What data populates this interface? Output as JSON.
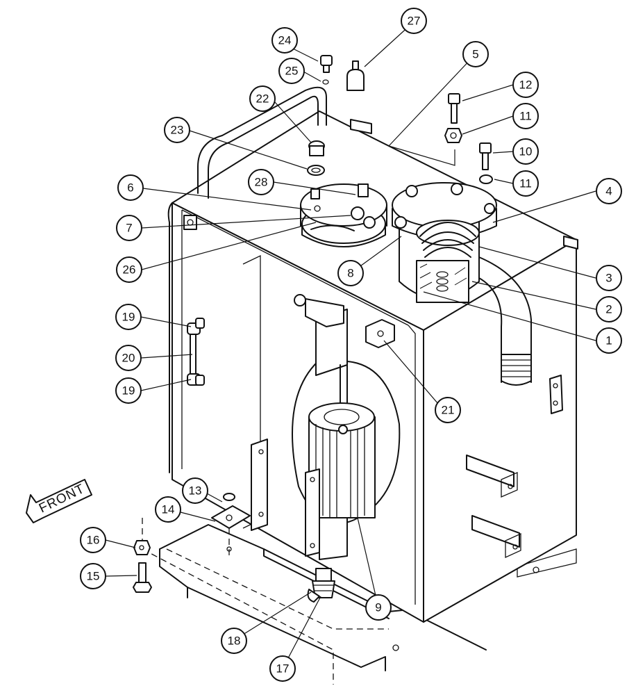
{
  "direction_label": "FRONT",
  "callouts": [
    {
      "id": "c1",
      "label": "1"
    },
    {
      "id": "c2",
      "label": "2"
    },
    {
      "id": "c3",
      "label": "3"
    },
    {
      "id": "c4",
      "label": "4"
    },
    {
      "id": "c5",
      "label": "5"
    },
    {
      "id": "c6",
      "label": "6"
    },
    {
      "id": "c7",
      "label": "7"
    },
    {
      "id": "c8",
      "label": "8"
    },
    {
      "id": "c9",
      "label": "9"
    },
    {
      "id": "c10",
      "label": "10"
    },
    {
      "id": "c11a",
      "label": "11"
    },
    {
      "id": "c11b",
      "label": "11"
    },
    {
      "id": "c12",
      "label": "12"
    },
    {
      "id": "c13",
      "label": "13"
    },
    {
      "id": "c14",
      "label": "14"
    },
    {
      "id": "c15",
      "label": "15"
    },
    {
      "id": "c16",
      "label": "16"
    },
    {
      "id": "c17",
      "label": "17"
    },
    {
      "id": "c18",
      "label": "18"
    },
    {
      "id": "c19a",
      "label": "19"
    },
    {
      "id": "c19b",
      "label": "19"
    },
    {
      "id": "c20",
      "label": "20"
    },
    {
      "id": "c21",
      "label": "21"
    },
    {
      "id": "c22",
      "label": "22"
    },
    {
      "id": "c23",
      "label": "23"
    },
    {
      "id": "c24",
      "label": "24"
    },
    {
      "id": "c25",
      "label": "25"
    },
    {
      "id": "c26",
      "label": "26"
    },
    {
      "id": "c27",
      "label": "27"
    },
    {
      "id": "c28",
      "label": "28"
    }
  ]
}
